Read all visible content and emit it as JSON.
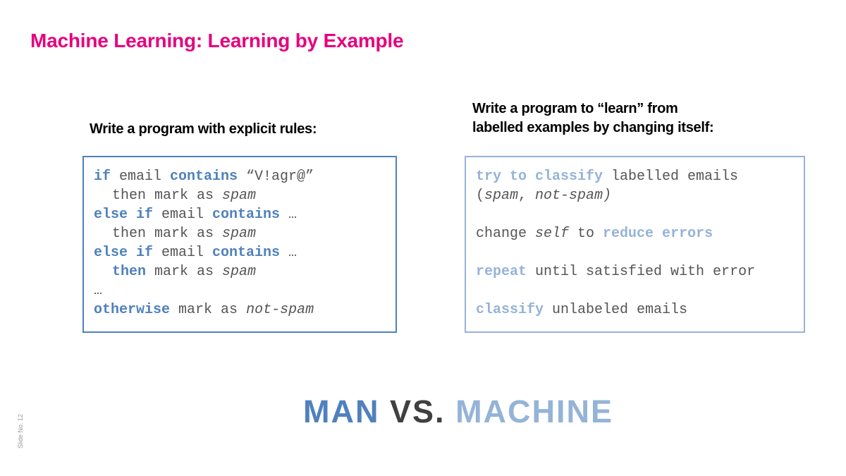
{
  "slide": {
    "title": "Machine Learning: Learning by Example",
    "slide_number_label": "Slide No. 12",
    "colors": {
      "title": "#e6007e",
      "man": "#4f81bd",
      "vs": "#404040",
      "machine": "#95b3d7"
    }
  },
  "left": {
    "heading": "Write a program with explicit rules:",
    "lines": [
      {
        "k1": "if",
        "t1": " email ",
        "k2": "contains",
        "t2": " “V!agr@”"
      },
      {
        "t1": "then mark as ",
        "i1": "spam"
      },
      {
        "k1": "else if",
        "t1": " email ",
        "k2": "contains",
        "t2": " …"
      },
      {
        "t1": "then mark as ",
        "i1": "spam"
      },
      {
        "k1": "else if",
        "t1": " email ",
        "k2": "contains",
        "t2": " …"
      },
      {
        "k1": "then",
        "t1": " mark as ",
        "i1": "spam"
      },
      {
        "t1": "…"
      },
      {
        "k1": "otherwise",
        "t1": " mark as ",
        "i1": "not-spam"
      }
    ]
  },
  "right": {
    "heading_line1": "Write a program to “learn” from",
    "heading_line2": "labelled examples by changing itself:",
    "lines": [
      {
        "k1": "try to classify",
        "t1": " labelled emails"
      },
      {
        "t1": "(",
        "i1": "spam",
        "t2": ", ",
        "i2": "not-spam)"
      },
      {
        "t1": "change ",
        "i1": "self",
        "t2": " to ",
        "k1": "reduce errors"
      },
      {
        "k1": "repeat",
        "t1": " until satisfied with error"
      },
      {
        "k1": "classify",
        "t1": " unlabeled emails"
      }
    ]
  },
  "banner": {
    "man": "MAN",
    "vs": "VS.",
    "machine": "MACHINE"
  }
}
